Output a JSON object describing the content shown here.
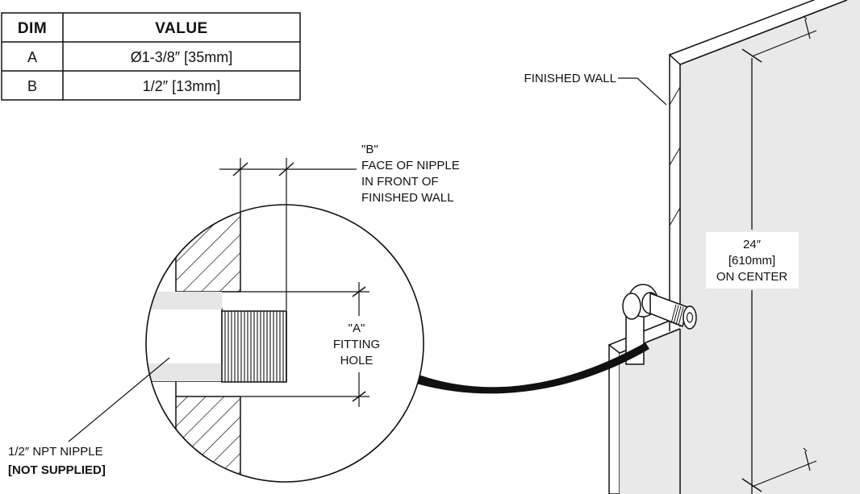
{
  "dimension_table": {
    "headers": {
      "dim": "DIM",
      "value": "VALUE"
    },
    "rows": [
      {
        "dim": "A",
        "value": "Ø1-3/8″ [35mm]"
      },
      {
        "dim": "B",
        "value": "1/2″ [13mm]"
      }
    ]
  },
  "callouts": {
    "finished_wall": "FINISHED WALL",
    "dim_b": [
      "\"B\"",
      "FACE OF NIPPLE",
      "IN FRONT OF",
      "FINISHED WALL"
    ],
    "dim_a": [
      "\"A\"",
      "FITTING",
      "HOLE"
    ],
    "spacing": [
      "24″",
      "[610mm]",
      "ON CENTER"
    ],
    "nipple": "1/2″ NPT NIPPLE",
    "not_supplied": "[NOT SUPPLIED]"
  }
}
